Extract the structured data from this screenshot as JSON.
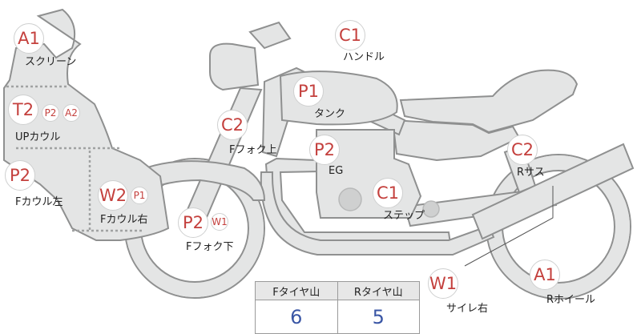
{
  "markers": [
    {
      "id": "a1-screen",
      "text": "A1"
    },
    {
      "id": "t2-upcowl",
      "text": "T2"
    },
    {
      "id": "p2-upcowl",
      "text": "P2"
    },
    {
      "id": "a2-upcowl",
      "text": "A2"
    },
    {
      "id": "p2-cowl-left",
      "text": "P2"
    },
    {
      "id": "w2-cowl-right",
      "text": "W2"
    },
    {
      "id": "p1-cowl-right",
      "text": "P1"
    },
    {
      "id": "c2-fork-upper",
      "text": "C2"
    },
    {
      "id": "p2-fork-lower",
      "text": "P2"
    },
    {
      "id": "w1-fork-lower",
      "text": "W1"
    },
    {
      "id": "c1-handle",
      "text": "C1"
    },
    {
      "id": "p1-tank",
      "text": "P1"
    },
    {
      "id": "p2-engine",
      "text": "P2"
    },
    {
      "id": "c1-step",
      "text": "C1"
    },
    {
      "id": "c2-rear-sus",
      "text": "C2"
    },
    {
      "id": "w1-muffler-right",
      "text": "W1"
    },
    {
      "id": "a1-rear-wheel",
      "text": "A1"
    }
  ],
  "labels": {
    "screen": "スクリーン",
    "upcowl": "UPカウル",
    "cowl_left": "Fカウル左",
    "cowl_right": "Fカウル右",
    "fork_upper": "Fフォク上",
    "fork_lower": "Fフォク下",
    "handle": "ハンドル",
    "tank": "タンク",
    "engine": "EG",
    "step": "ステップ",
    "rear_sus": "Rサス",
    "muffler_right": "サイレ右",
    "rear_wheel": "Rホイール"
  },
  "tire_table": {
    "headers": [
      "Fタイヤ山",
      "Rタイヤ山"
    ],
    "values": [
      "6",
      "5"
    ]
  },
  "colors": {
    "marker_text": "#c4403d",
    "value_text": "#3a56a5",
    "part_fill": "#e4e5e5",
    "outline": "#8f9090"
  }
}
